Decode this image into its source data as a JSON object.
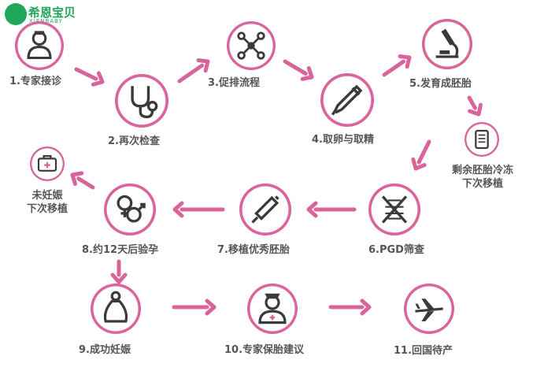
{
  "brand": {
    "name": "希恩宝贝",
    "sub": "XIENBABY"
  },
  "colors": {
    "ring": "#d9639b",
    "ring_dark": "#c44d87",
    "fill": "#ffffff",
    "icon": "#3a3a3a",
    "arrow": "#d9639b",
    "text": "#555555"
  },
  "steps": [
    {
      "label": "1.专家接诊",
      "icon": "doctor-icon"
    },
    {
      "label": "2.再次检查",
      "icon": "stethoscope-icon"
    },
    {
      "label": "3.促排流程",
      "icon": "molecule-icon"
    },
    {
      "label": "4.取卵与取精",
      "icon": "pipette-icon"
    },
    {
      "label": "5.发育成胚胎",
      "icon": "microscope-icon"
    },
    {
      "label": "6.PGD筛查",
      "icon": "dna-icon"
    },
    {
      "label": "7.移植优秀胚胎",
      "icon": "syringe-icon"
    },
    {
      "label": "8.约12天后验孕",
      "icon": "gender-icon"
    },
    {
      "label": "9.成功妊娠",
      "icon": "pregnancy-icon"
    },
    {
      "label": "10.专家保胎建议",
      "icon": "nurse-icon"
    },
    {
      "label": "11.回国待产",
      "icon": "airplane-icon"
    }
  ],
  "side_nodes": [
    {
      "line1": "剩余胚胎冷冻",
      "line2": "下次移植",
      "icon": "freezer-icon"
    },
    {
      "line1": "未妊娠",
      "line2": "下次移植",
      "icon": "medkit-icon"
    }
  ]
}
